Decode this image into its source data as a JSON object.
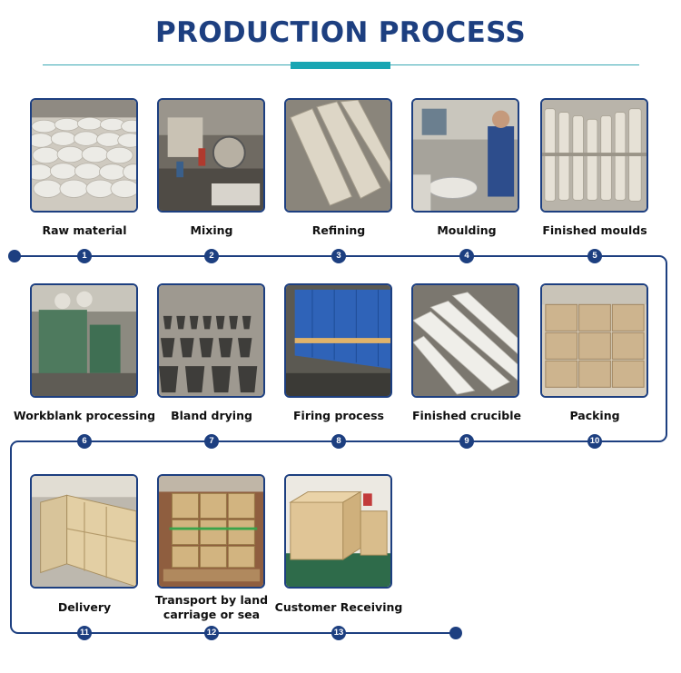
{
  "title": "PRODUCTION PROCESS",
  "colors": {
    "navy": "#1d3f80",
    "teal": "#1aa6b3"
  },
  "steps": [
    {
      "number": "1",
      "label": "Raw material",
      "image": "raw-material-photo"
    },
    {
      "number": "2",
      "label": "Mixing",
      "image": "mixing-photo"
    },
    {
      "number": "3",
      "label": "Refining",
      "image": "refining-photo"
    },
    {
      "number": "4",
      "label": "Moulding",
      "image": "moulding-photo"
    },
    {
      "number": "5",
      "label": "Finished moulds",
      "image": "finished-moulds-photo"
    },
    {
      "number": "6",
      "label": "Workblank processing",
      "image": "workblank-processing-photo"
    },
    {
      "number": "7",
      "label": "Bland drying",
      "image": "bland-drying-photo"
    },
    {
      "number": "8",
      "label": "Firing process",
      "image": "firing-process-photo"
    },
    {
      "number": "9",
      "label": "Finished crucible",
      "image": "finished-crucible-photo"
    },
    {
      "number": "10",
      "label": "Packing",
      "image": "packing-photo"
    },
    {
      "number": "11",
      "label": "Delivery",
      "image": "delivery-photo"
    },
    {
      "number": "12",
      "label": "Transport by  land\ncarriage or sea",
      "image": "transport-photo"
    },
    {
      "number": "13",
      "label": "Customer Receiving",
      "image": "customer-receiving-photo"
    }
  ]
}
